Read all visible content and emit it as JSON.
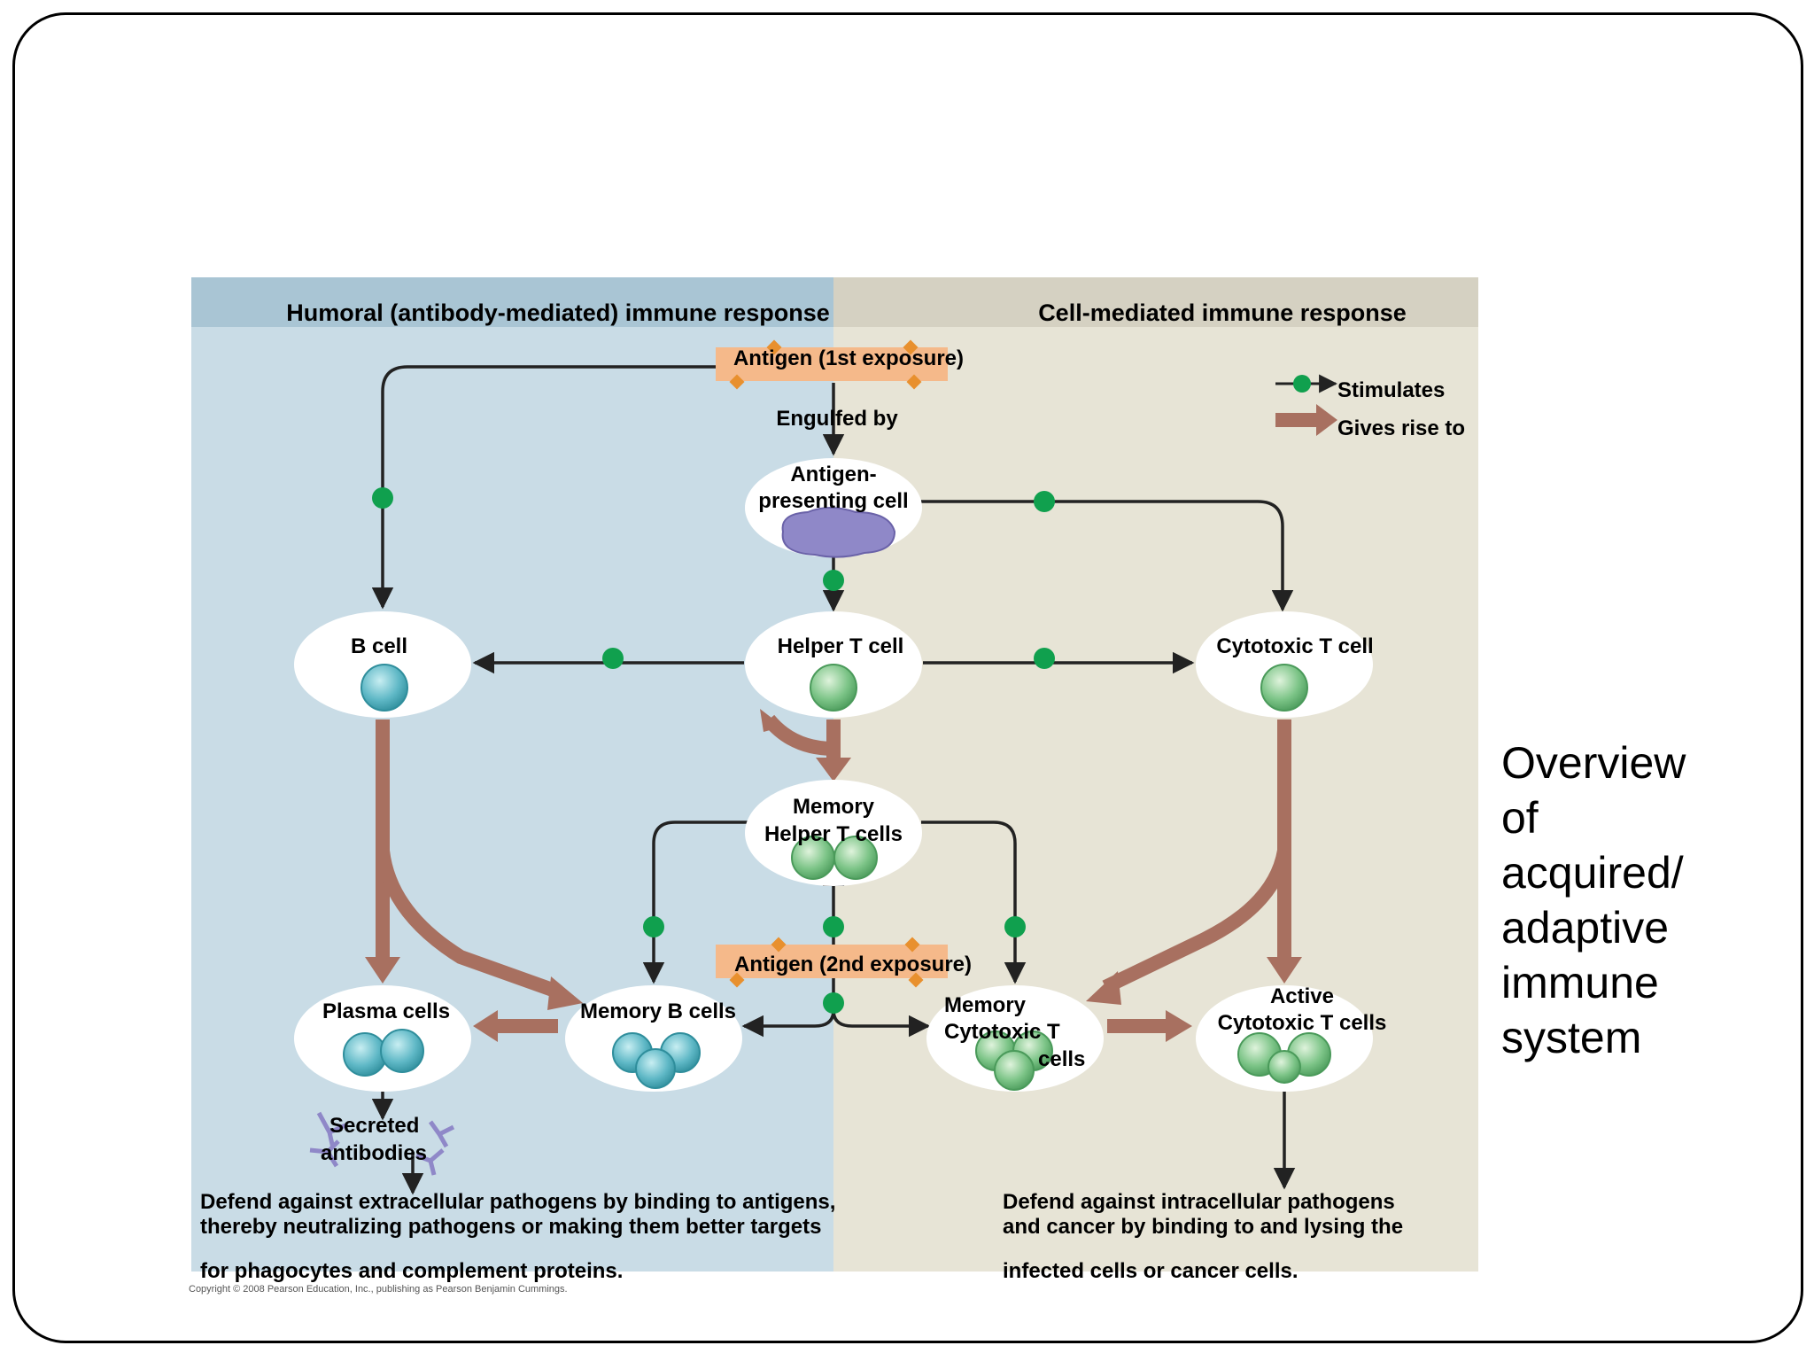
{
  "slide": {
    "title_lines": [
      "Overview",
      "of",
      "acquired/",
      "adaptive",
      "immune",
      "system"
    ]
  },
  "diagram": {
    "headers": {
      "humoral": "Humoral (antibody-mediated) immune response",
      "cell_mediated": "Cell-mediated immune response"
    },
    "legend": {
      "stimulates": "Stimulates",
      "gives_rise_to": "Gives rise to"
    },
    "antigen_first": "Antigen (1st exposure)",
    "antigen_second": "Antigen (2nd exposure)",
    "engulfed_by": "Engulfed by",
    "nodes": {
      "apc": [
        "Antigen-",
        "presenting cell"
      ],
      "b_cell": "B cell",
      "helper_t": "Helper T cell",
      "cytotoxic_t": "Cytotoxic T cell",
      "memory_helper": [
        "Memory",
        "Helper T cells"
      ],
      "plasma": "Plasma cells",
      "memory_b": "Memory B cells",
      "memory_cytotoxic": [
        "Memory",
        "Cytotoxic T",
        "cells"
      ],
      "active_cytotoxic": [
        "Active",
        "Cytotoxic T cells"
      ]
    },
    "secreted_antibodies": [
      "Secreted",
      "antibodies"
    ],
    "footer_left": [
      "Defend against extracellular pathogens by binding to antigens,",
      "thereby neutralizing pathogens or making them better targets",
      "for phagocytes and complement proteins."
    ],
    "footer_right": [
      "Defend against intracellular pathogens",
      "and cancer by binding to and lysing the",
      "infected cells or cancer cells."
    ],
    "copyright": "Copyright © 2008 Pearson Education, Inc., publishing as Pearson Benjamin Cummings."
  },
  "colors": {
    "humoral_bg": "#c9dce6",
    "humoral_header": "#a9c5d4",
    "cell_bg": "#e7e4d6",
    "cell_header": "#d5d1c2",
    "antigen_band": "#f5b98a",
    "stimulate_dot": "#10a04e",
    "gives_rise_arrow": "#a87060",
    "b_cell": "#5fb8c6",
    "t_cell": "#7cc487",
    "apc": "#8f88c8"
  }
}
